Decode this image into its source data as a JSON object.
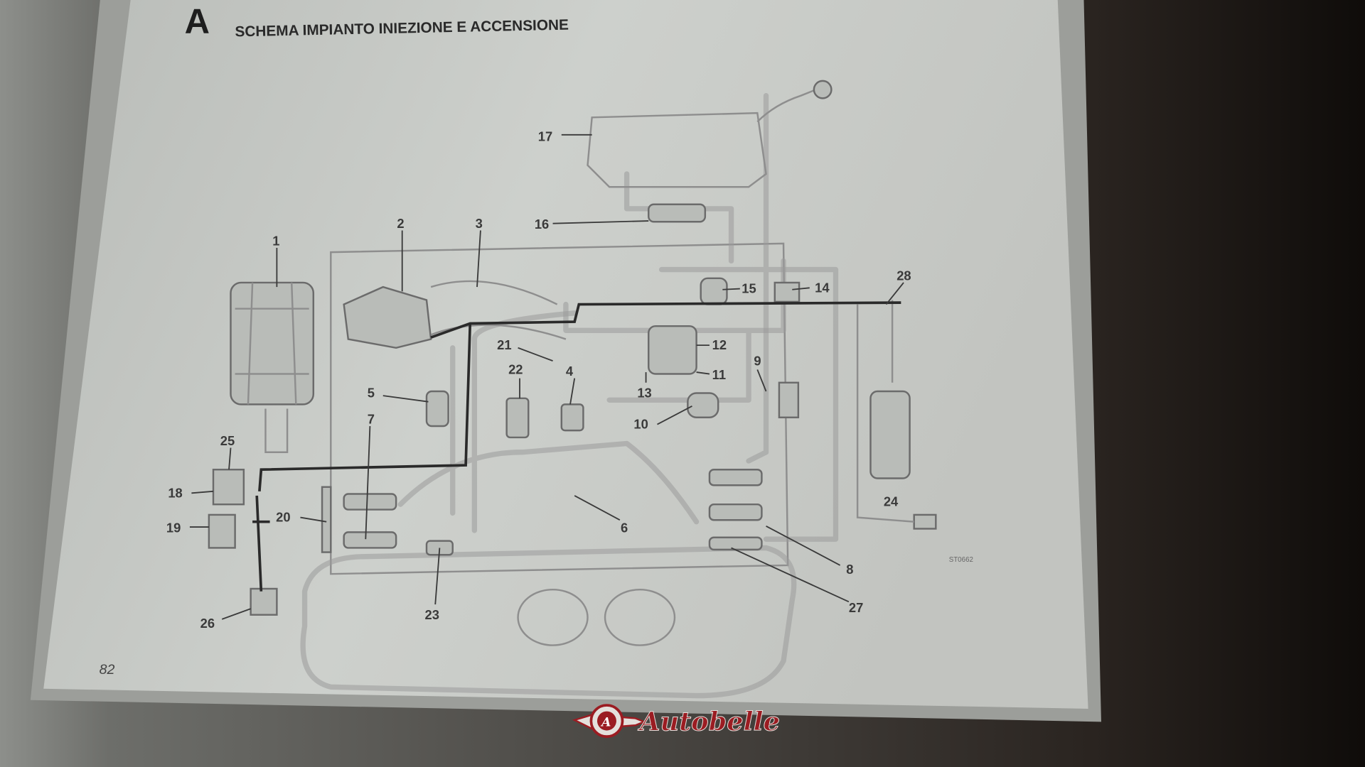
{
  "page": {
    "section_letter": "A",
    "title": "SCHEMA IMPIANTO INIEZIONE E ACCENSIONE",
    "page_number": "82",
    "figure_code": "ST0662"
  },
  "diagram": {
    "labels": [
      "1",
      "2",
      "3",
      "4",
      "5",
      "6",
      "7",
      "8",
      "9",
      "10",
      "11",
      "12",
      "13",
      "14",
      "15",
      "16",
      "17",
      "18",
      "19",
      "20",
      "21",
      "22",
      "23",
      "24",
      "25",
      "26",
      "27",
      "28"
    ]
  },
  "watermark": {
    "brand": "Autobelle",
    "color": "#9b1c22"
  },
  "colors": {
    "paper": "#c9ccc9",
    "background": "#1b1612",
    "line": "#8e8e8e"
  }
}
